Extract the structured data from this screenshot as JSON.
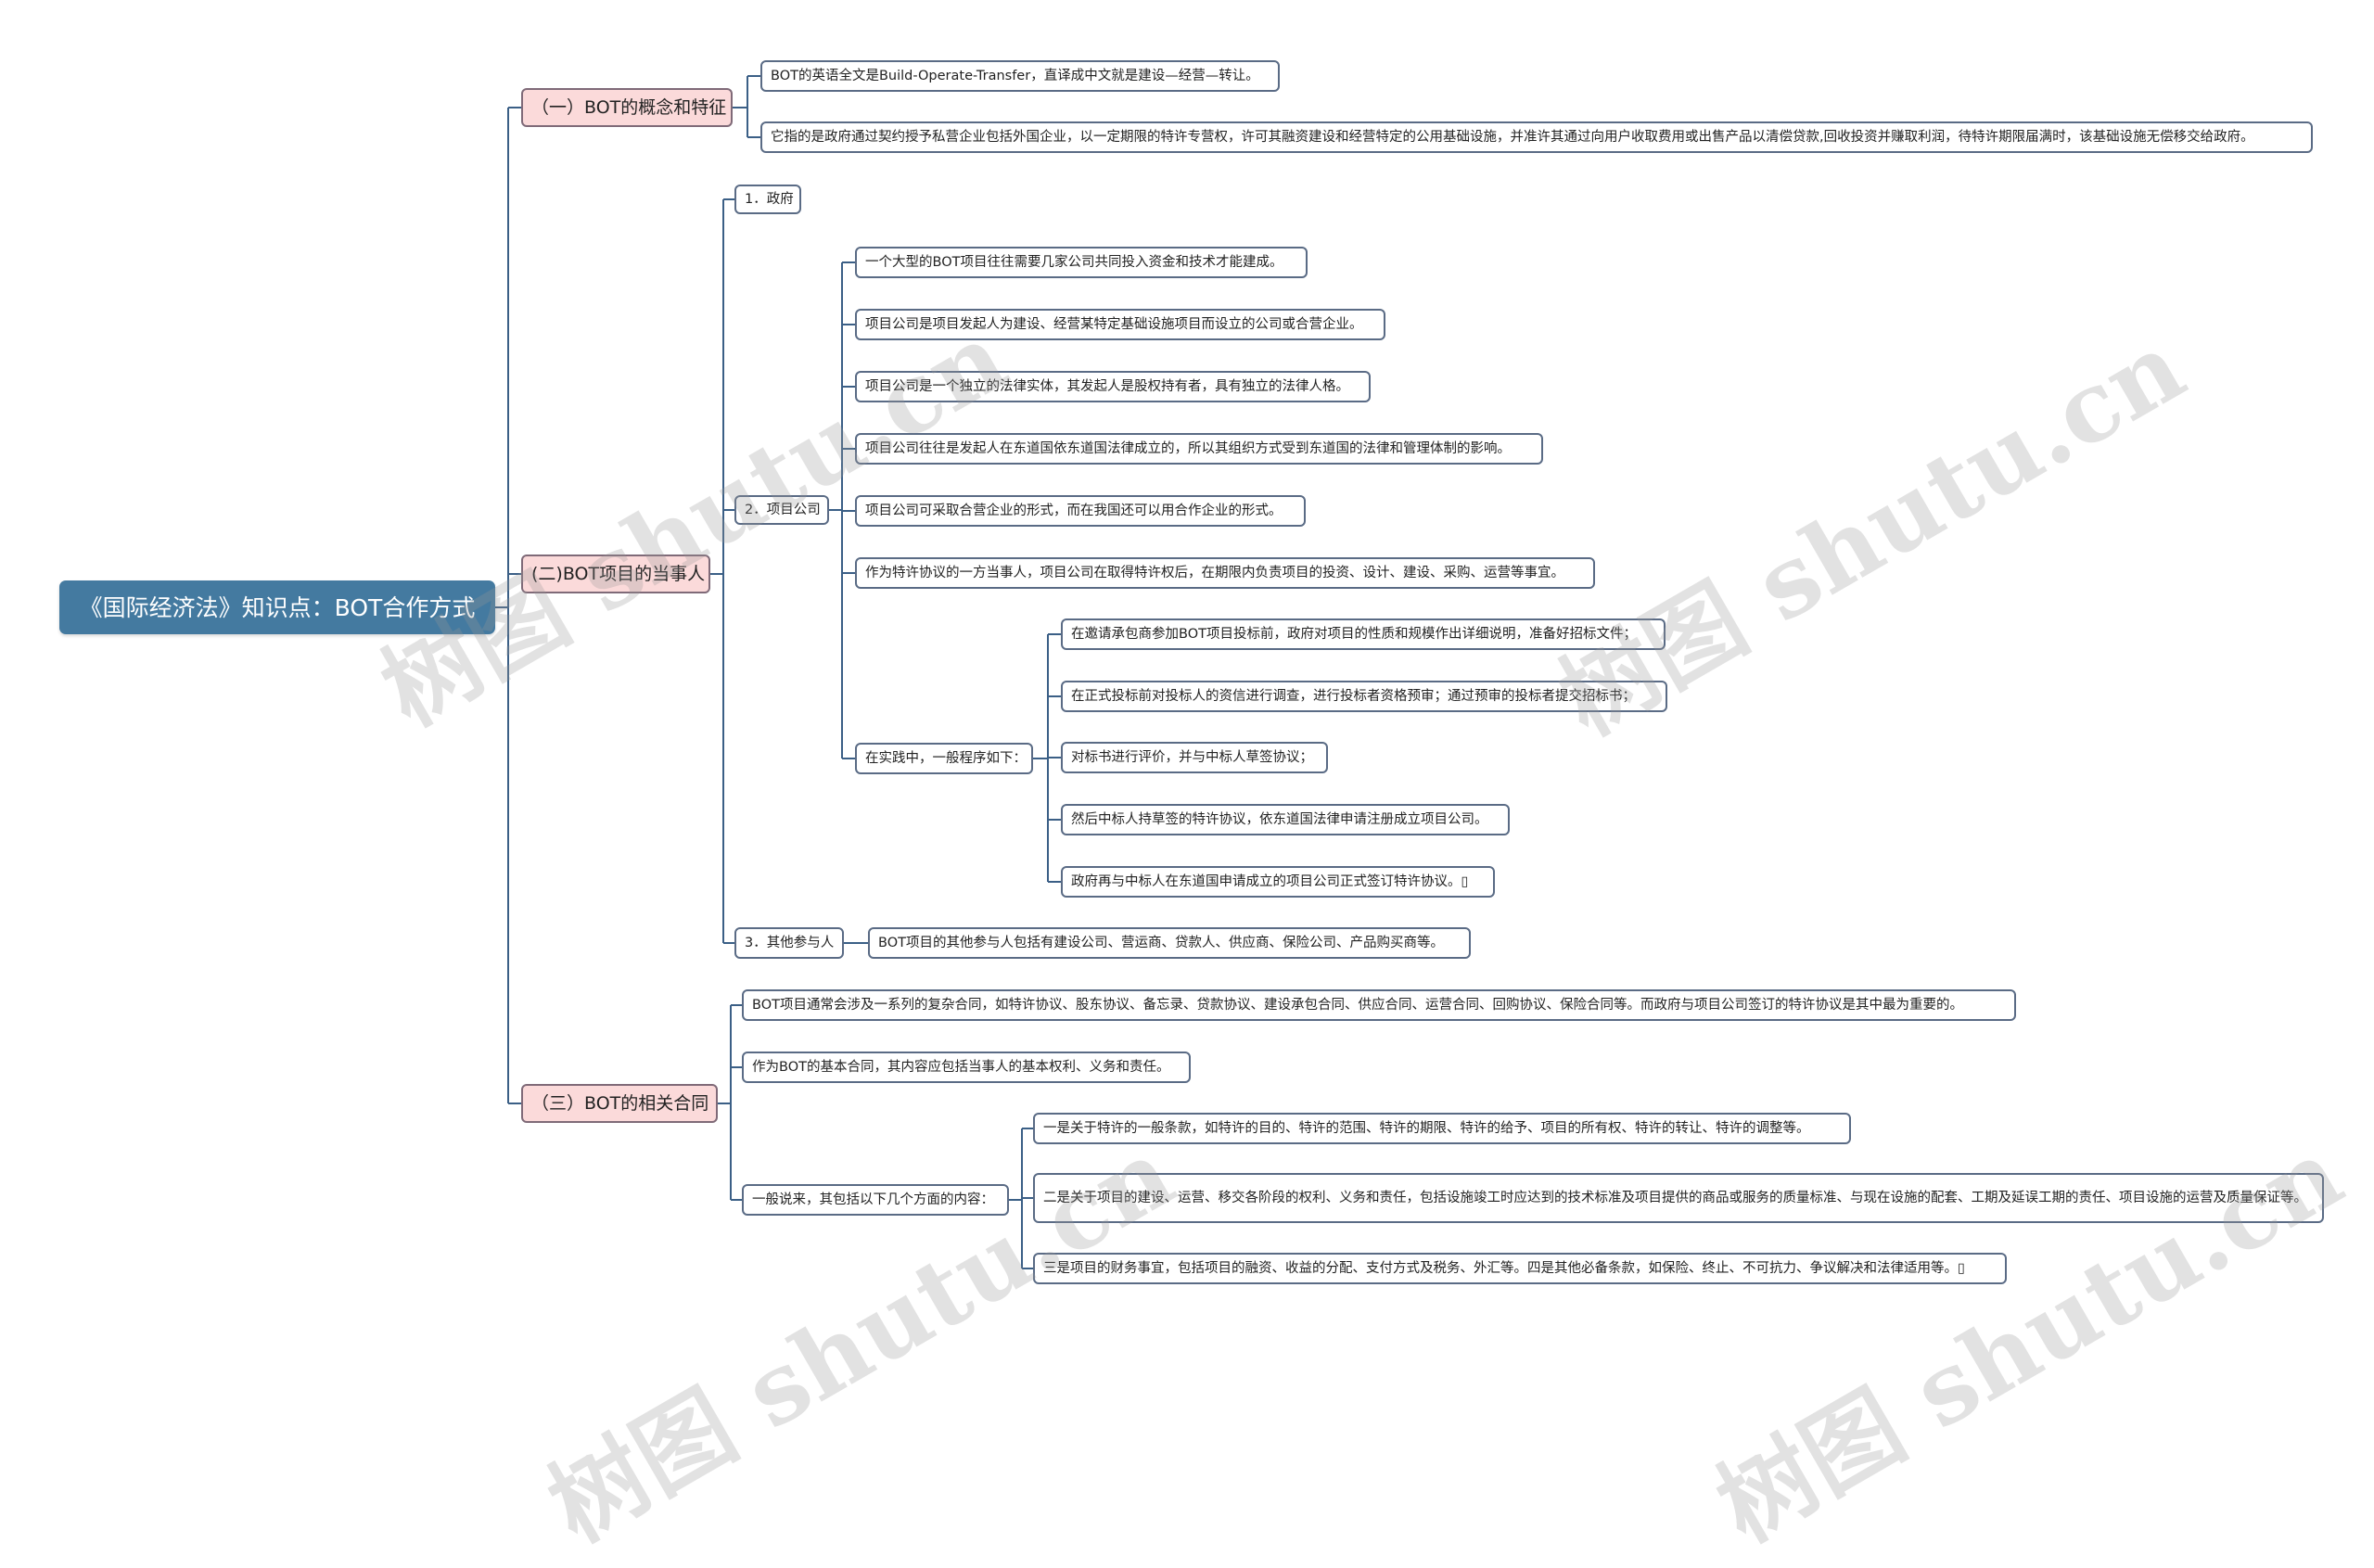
{
  "root": "《国际经济法》知识点：BOT合作方式",
  "branch1": {
    "label": "（一）BOT的概念和特征",
    "items": [
      "BOT的英语全文是Build-Operate-Transfer，直译成中文就是建设—经营—转让。",
      "它指的是政府通过契约授予私营企业包括外国企业，以一定期限的特许专营权，许可其融资建设和经营特定的公用基础设施，并准许其通过向用户收取费用或出售产品以清偿贷款,回收投资并赚取利润，待特许期限届满时，该基础设施无偿移交给政府。"
    ]
  },
  "branch2": {
    "label": "(二)BOT项目的当事人",
    "government": "1．政府",
    "company": {
      "label": "2．项目公司",
      "items": [
        "一个大型的BOT项目往往需要几家公司共同投入资金和技术才能建成。",
        "项目公司是项目发起人为建设、经营某特定基础设施项目而设立的公司或合营企业。",
        "项目公司是一个独立的法律实体，其发起人是股权持有者，具有独立的法律人格。",
        "项目公司往往是发起人在东道国依东道国法律成立的，所以其组织方式受到东道国的法律和管理体制的影响。",
        "项目公司可采取合营企业的形式，而在我国还可以用合作企业的形式。",
        "作为特许协议的一方当事人，项目公司在取得特许权后，在期限内负责项目的投资、设计、建设、采购、运营等事宜。"
      ],
      "practice": {
        "label": "在实践中，一般程序如下：",
        "steps": [
          "在邀请承包商参加BOT项目投标前，政府对项目的性质和规模作出详细说明，准备好招标文件；",
          "在正式投标前对投标人的资信进行调查，进行投标者资格预审；通过预审的投标者提交招标书；",
          "对标书进行评价，并与中标人草签协议；",
          "然后中标人持草签的特许协议，依东道国法律申请注册成立项目公司。",
          "政府再与中标人在东道国申请成立的项目公司正式签订特许协议。▯"
        ]
      }
    },
    "others": {
      "label": "3．其他参与人",
      "item": "BOT项目的其他参与人包括有建设公司、营运商、贷款人、供应商、保险公司、产品购买商等。"
    }
  },
  "branch3": {
    "label": "（三）BOT的相关合同",
    "items": [
      "BOT项目通常会涉及一系列的复杂合同，如特许协议、股东协议、备忘录、贷款协议、建设承包合同、供应合同、运营合同、回购协议、保险合同等。而政府与项目公司签订的特许协议是其中最为重要的。",
      "作为BOT的基本合同，其内容应包括当事人的基本权利、义务和责任。"
    ],
    "general": {
      "label": "一般说来，其包括以下几个方面的内容：",
      "items": [
        "一是关于特许的一般条款，如特许的目的、特许的范围、特许的期限、特许的给予、项目的所有权、特许的转让、特许的调整等。",
        "二是关于项目的建设、运营、移交各阶段的权利、义务和责任，包括设施竣工时应达到的技术标准及项目提供的商品或服务的质量标准、与现在设施的配套、工期及延误工期的责任、项目设施的运营及质量保证等。",
        "三是项目的财务事宜，包括项目的融资、收益的分配、支付方式及税务、外汇等。四是其他必备条款，如保险、终止、不可抗力、争议解决和法律适用等。▯"
      ]
    }
  },
  "watermark": "树图 shutu.cn",
  "colors": {
    "root": "#447aa0",
    "branch": "#fbdada",
    "line": "#3b5f86"
  }
}
